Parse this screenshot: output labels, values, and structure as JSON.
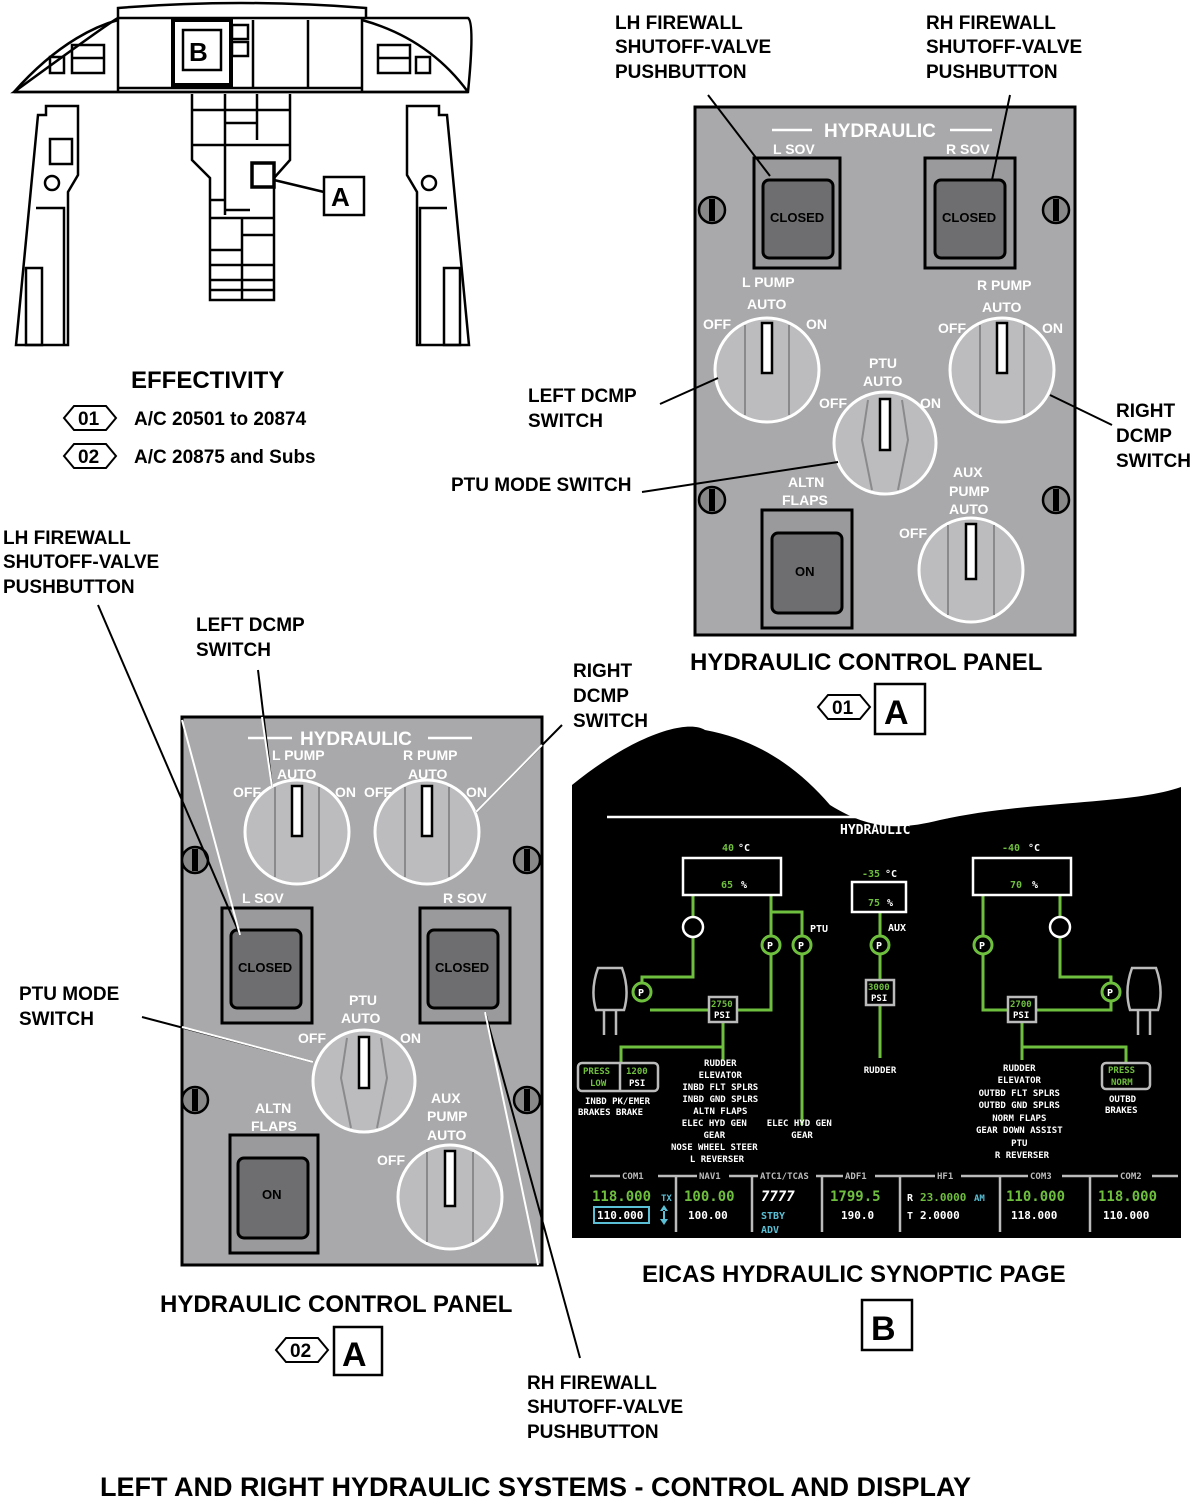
{
  "figure_title": "LEFT AND RIGHT HYDRAULIC SYSTEMS - CONTROL AND DISPLAY",
  "cockpit": {
    "callout_a": "A",
    "callout_b": "B"
  },
  "effectivity": {
    "title": "EFFECTIVITY",
    "items": [
      {
        "code": "01",
        "text": "A/C 20501 to 20874"
      },
      {
        "code": "02",
        "text": "A/C 20875 and Subs"
      }
    ]
  },
  "panel_01": {
    "header": "HYDRAULIC",
    "l_sov": {
      "label": "L SOV",
      "state": "CLOSED"
    },
    "r_sov": {
      "label": "R SOV",
      "state": "CLOSED"
    },
    "l_pump": {
      "label": "L PUMP",
      "auto": "AUTO",
      "off": "OFF",
      "on": "ON"
    },
    "r_pump": {
      "label": "R PUMP",
      "auto": "AUTO",
      "off": "OFF",
      "on": "ON"
    },
    "ptu": {
      "label": "PTU",
      "auto": "AUTO",
      "off": "OFF",
      "on": "ON"
    },
    "altn_flaps": {
      "line1": "ALTN",
      "line2": "FLAPS",
      "state": "ON"
    },
    "aux_pump": {
      "line1": "AUX",
      "line2": "PUMP",
      "auto": "AUTO",
      "off": "OFF"
    },
    "caption": "HYDRAULIC CONTROL PANEL",
    "eff_code": "01",
    "view": "A",
    "callouts": {
      "lh_sov": [
        "LH FIREWALL",
        "SHUTOFF-VALVE",
        "PUSHBUTTON"
      ],
      "rh_sov": [
        "RH FIREWALL",
        "SHUTOFF-VALVE",
        "PUSHBUTTON"
      ],
      "left_dcmp": [
        "LEFT DCMP",
        "SWITCH"
      ],
      "right_dcmp": [
        "RIGHT",
        "DCMP",
        "SWITCH"
      ],
      "ptu_mode": [
        "PTU MODE SWITCH"
      ]
    }
  },
  "panel_02": {
    "header": "HYDRAULIC",
    "l_pump": {
      "label": "L PUMP",
      "auto": "AUTO",
      "off": "OFF",
      "on": "ON"
    },
    "r_pump": {
      "label": "R PUMP",
      "auto": "AUTO",
      "off": "OFF",
      "on": "ON"
    },
    "l_sov": {
      "label": "L SOV",
      "state": "CLOSED"
    },
    "r_sov": {
      "label": "R SOV",
      "state": "CLOSED"
    },
    "ptu": {
      "label": "PTU",
      "auto": "AUTO",
      "off": "OFF",
      "on": "ON"
    },
    "altn_flaps": {
      "line1": "ALTN",
      "line2": "FLAPS",
      "state": "ON"
    },
    "aux_pump": {
      "line1": "AUX",
      "line2": "PUMP",
      "auto": "AUTO",
      "off": "OFF"
    },
    "caption": "HYDRAULIC CONTROL PANEL",
    "eff_code": "02",
    "view": "A",
    "callouts": {
      "lh_sov": [
        "LH FIREWALL",
        "SHUTOFF-VALVE",
        "PUSHBUTTON"
      ],
      "rh_sov": [
        "RH FIREWALL",
        "SHUTOFF-VALVE",
        "PUSHBUTTON"
      ],
      "left_dcmp": [
        "LEFT DCMP",
        "SWITCH"
      ],
      "right_dcmp": [
        "RIGHT",
        "DCMP",
        "SWITCH"
      ],
      "ptu_mode": [
        "PTU MODE",
        "SWITCH"
      ]
    }
  },
  "eicas": {
    "title": "HYDRAULIC",
    "caption": "EICAS HYDRAULIC SYNOPTIC PAGE",
    "view": "B",
    "left": {
      "temp": "40",
      "temp_unit": "°C",
      "qty": "65",
      "qty_unit": "%",
      "psi": "2750",
      "psi_unit": "PSI",
      "ptu_label": "PTU",
      "brake_press": {
        "line1": "PRESS",
        "line2": "LOW",
        "value": "1200",
        "unit": "PSI"
      },
      "brake_labels": [
        "INBD  PK/EMER",
        "BRAKES BRAKE"
      ],
      "users": [
        "RUDDER",
        "ELEVATOR",
        "INBD FLT SPLRS",
        "INBD GND SPLRS",
        "ALTN FLAPS",
        "ELEC HYD GEN",
        "GEAR",
        "NOSE WHEEL STEER",
        "L REVERSER"
      ],
      "ptu_users": [
        "ELEC HYD GEN",
        "GEAR"
      ]
    },
    "aux": {
      "temp": "-35",
      "temp_unit": "°C",
      "qty": "75",
      "qty_unit": "%",
      "label": "AUX",
      "psi": "3000",
      "psi_unit": "PSI",
      "users": [
        "RUDDER"
      ]
    },
    "right": {
      "temp": "-40",
      "temp_unit": "°C",
      "qty": "70",
      "qty_unit": "%",
      "psi": "2700",
      "psi_unit": "PSI",
      "brake_press": {
        "line1": "PRESS",
        "line2": "NORM"
      },
      "brake_labels": [
        "OUTBD",
        "BRAKES"
      ],
      "users": [
        "RUDDER",
        "ELEVATOR",
        "OUTBD FLT SPLRS",
        "OUTBD GND SPLRS",
        "NORM FLAPS",
        "GEAR DOWN ASSIST",
        "PTU",
        "R REVERSER"
      ]
    },
    "pump_symbol": "P",
    "radios": [
      {
        "name": "COM1",
        "active": "118.000",
        "standby": "110.000",
        "tx": "TX"
      },
      {
        "name": "NAV1",
        "active": "100.00",
        "standby": "100.00"
      },
      {
        "name": "ATC1/TCAS",
        "active": "7777",
        "standby": "STBY",
        "extra": "ADV"
      },
      {
        "name": "ADF1",
        "active": "1799.5",
        "standby": "190.0"
      },
      {
        "name": "HF1",
        "r_label": "R",
        "active": "23.0000",
        "mode": "AM",
        "t_label": "T",
        "standby": "2.0000"
      },
      {
        "name": "COM3",
        "active": "110.000",
        "standby": "118.000"
      },
      {
        "name": "COM2",
        "active": "118.000",
        "standby": "110.000"
      }
    ],
    "colors": {
      "green": "#6fbf3f",
      "cyan": "#5bc0d6",
      "white": "#ffffff",
      "gray": "#bbbbbb"
    }
  }
}
